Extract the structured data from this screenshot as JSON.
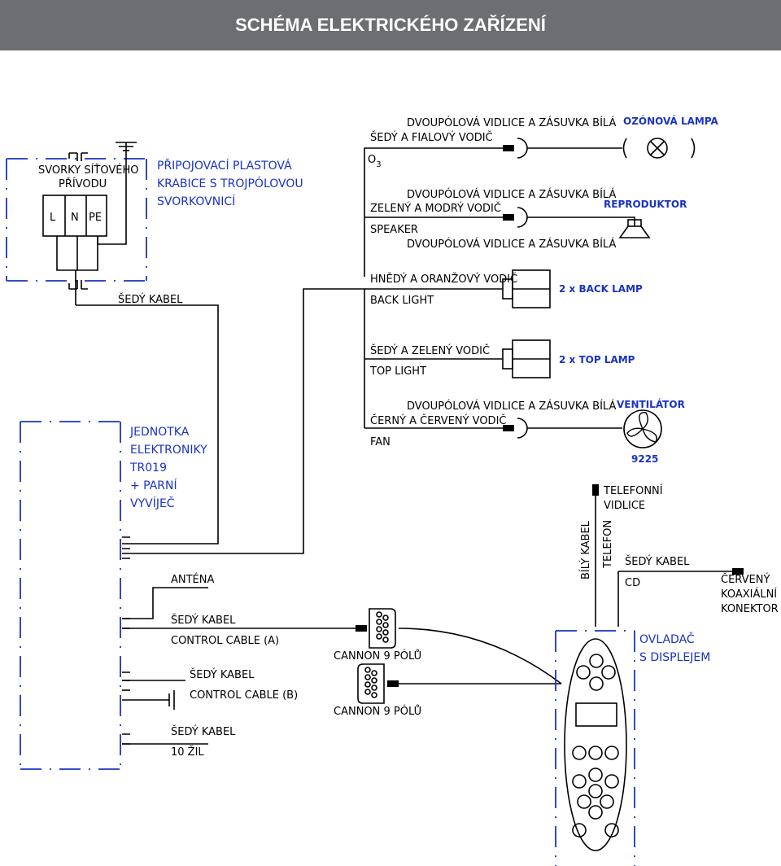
{
  "header": {
    "title": "SCHÉMA ELEKTRICKÉHO ZAŘÍZENÍ"
  },
  "colors": {
    "header_bg": "#6d6e71",
    "accent": "#1a33c4",
    "line": "#000000"
  },
  "mains": {
    "title_line1": "SVORKY SÍŤOVÉHO",
    "title_line2": "PŘÍVODU",
    "terminals": [
      "L",
      "N",
      "PE"
    ],
    "box_line1": "PŘIPOJOVACÍ PLASTOVÁ",
    "box_line2": "KRABICE S TROJPÓLOVOU",
    "box_line3": "SVORKOVNICÍ",
    "cable": "ŠEDÝ KABEL"
  },
  "ozone": {
    "plug": "DVOUPÓLOVÁ VIDLICE A ZÁSUVKA BÍLÁ",
    "wire": "ŠEDÝ A FIALOVÝ VODIČ",
    "code": "O",
    "code_sub": "3",
    "device": "OZÓNOVÁ LAMPA"
  },
  "speaker": {
    "plug": "DVOUPÓLOVÁ VIDLICE A ZÁSUVKA BÍLÁ",
    "wire": "ZELENÝ A MODRÝ VODIČ",
    "code": "SPEAKER",
    "plug2": "DVOUPÓLOVÁ VIDLICE A ZÁSUVKA BÍLÁ",
    "device": "REPRODUKTOR"
  },
  "back_light": {
    "wire": "HNĚDÝ A ORANŽOVÝ VODIČ",
    "code": "BACK LIGHT",
    "device": "2 x BACK LAMP"
  },
  "top_light": {
    "wire": "ŠEDÝ A ZELENÝ VODIČ",
    "code": "TOP LIGHT",
    "device": "2 x TOP LAMP"
  },
  "fan": {
    "plug": "DVOUPÓLOVÁ VIDLICE A ZÁSUVKA BÍLÁ",
    "wire": "ČERNÝ A ČERVENÝ VODIČ",
    "code": "FAN",
    "device": "VENTILÁTOR",
    "model": "9225"
  },
  "unit": {
    "line1": "JEDNOTKA",
    "line2": "ELEKTRONIKY",
    "line3": "TR019",
    "line4": "+ PARNÍ",
    "line5": "VYVÍJEČ"
  },
  "unit_connections": {
    "antenna": "ANTÉNA",
    "grey_cable_a": "ŠEDÝ KABEL",
    "control_a": "CONTROL CABLE (A)",
    "grey_cable_b": "ŠEDÝ KABEL",
    "control_b": "CONTROL CABLE (B)",
    "grey_cable_c": "ŠEDÝ KABEL",
    "wires": "10 ŽIL"
  },
  "cannon": {
    "top": "CANNON 9 PÓLŮ",
    "bottom": "CANNON 9 PÓLŮ"
  },
  "phone": {
    "plug_line1": "TELEFONNÍ",
    "plug_line2": "VIDLICE",
    "white_cable": "BÍLÝ KABEL",
    "phone": "TELEFON",
    "cd_cable": "ŠEDÝ KABEL",
    "cd": "CD",
    "coax_line1": "ČERVENÝ",
    "coax_line2": "KOAXIÁLNÍ",
    "coax_line3": "KONEKTOR"
  },
  "controller": {
    "line1": "OVLADAČ",
    "line2": "S DISPLEJEM"
  }
}
